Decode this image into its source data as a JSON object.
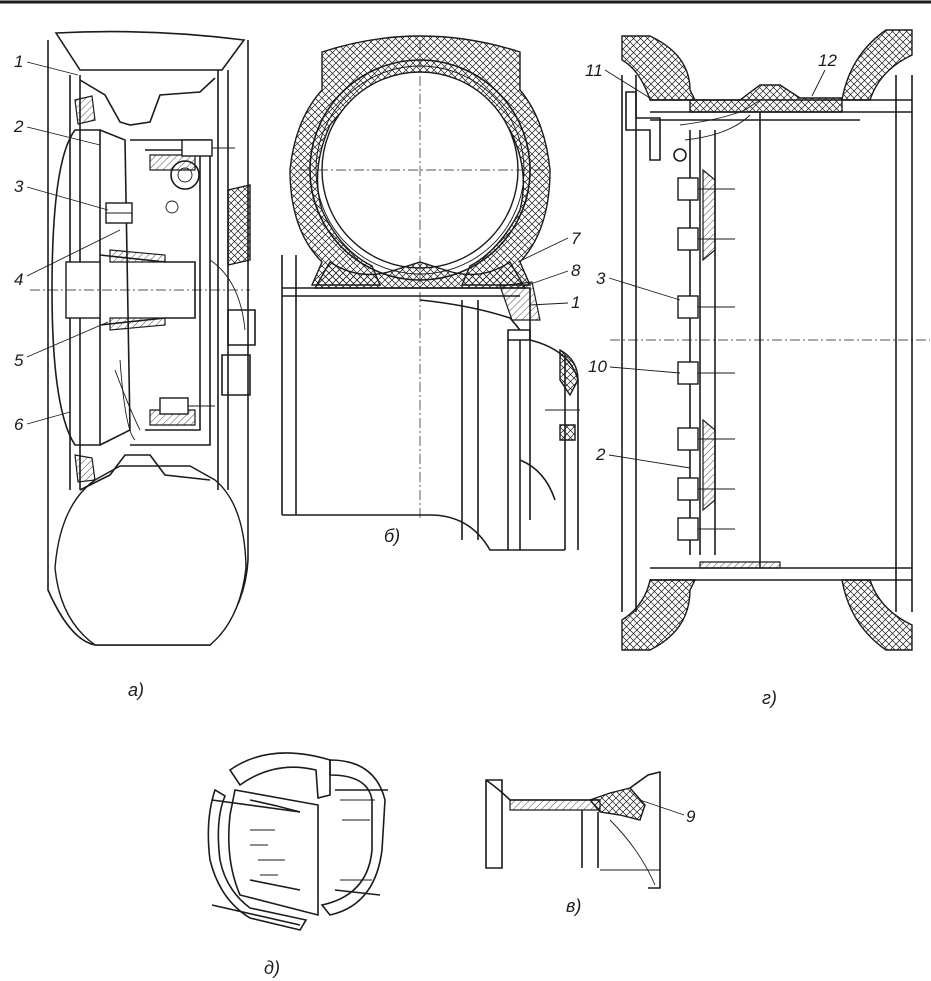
{
  "figure": {
    "panels": [
      {
        "id": "a",
        "caption": "а)"
      },
      {
        "id": "b",
        "caption": "б)"
      },
      {
        "id": "g",
        "caption": "г)"
      },
      {
        "id": "d",
        "caption": "д)"
      },
      {
        "id": "v",
        "caption": "в)"
      }
    ],
    "labels": {
      "a": [
        "1",
        "2",
        "3",
        "4",
        "5",
        "6"
      ],
      "b": [
        "7",
        "8",
        "1"
      ],
      "g": [
        "11",
        "12",
        "3",
        "10",
        "2"
      ],
      "v": [
        "9"
      ]
    }
  },
  "colors": {
    "ink": "#1b1b1b",
    "paper": "#ffffff"
  }
}
